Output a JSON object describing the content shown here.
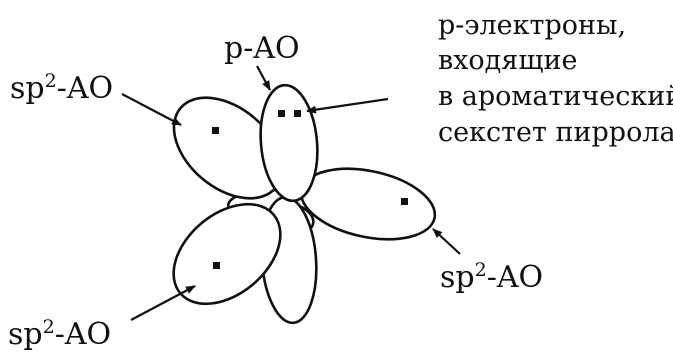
{
  "labels": {
    "sp2_top_left": {
      "prefix": "sp",
      "sup": "2",
      "suffix": "-AO"
    },
    "p_ao": "p-AO",
    "sp2_right": {
      "prefix": "sp",
      "sup": "2",
      "suffix": "-AO"
    },
    "sp2_bottom_left": {
      "prefix": "sp",
      "sup": "2",
      "suffix": "-AO"
    },
    "p_electrons": [
      "р-электроны,",
      "входящие",
      "в ароматический",
      "секстет пиррола"
    ]
  }
}
